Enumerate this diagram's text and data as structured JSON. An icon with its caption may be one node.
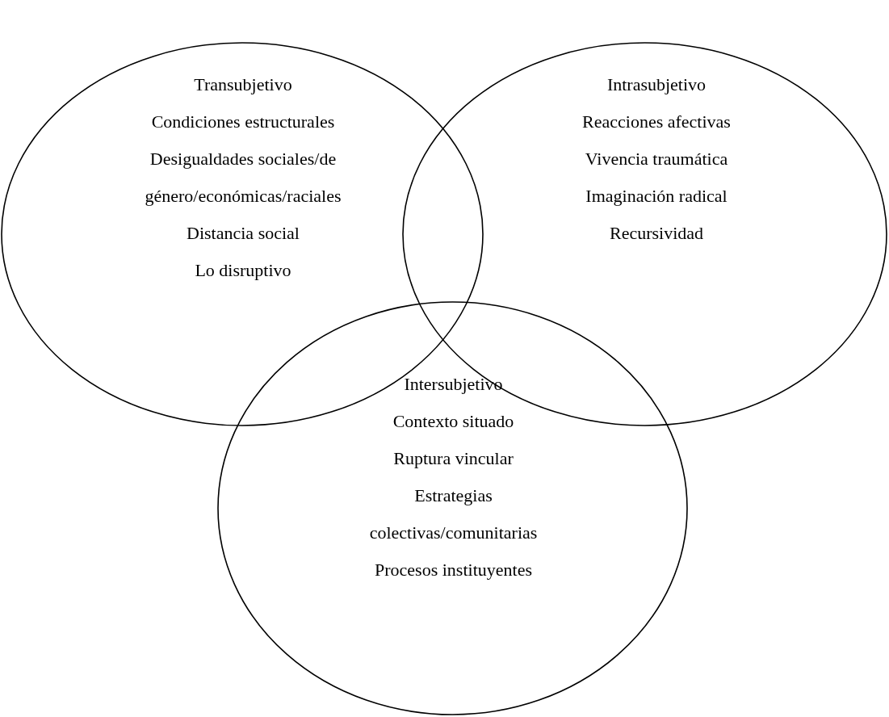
{
  "diagram": {
    "nodes": [
      {
        "text": [
          "Transubjetivo",
          "Condiciones estructurales",
          "Desigualdades sociales/de género/económicas/raciales",
          "Distancia social",
          "Lo disruptivo"
        ]
      },
      {
        "text": [
          "Intrasubjetivo",
          "Reacciones afectivas",
          "Vivencia traumática",
          "Imaginación radical",
          "Recursividad"
        ]
      },
      {
        "text": [
          "Intersubjetivo",
          "Contexto situado",
          "Ruptura vincular",
          "Estrategias colectivas/comunitarias",
          "Procesos instituyentes"
        ]
      }
    ]
  }
}
